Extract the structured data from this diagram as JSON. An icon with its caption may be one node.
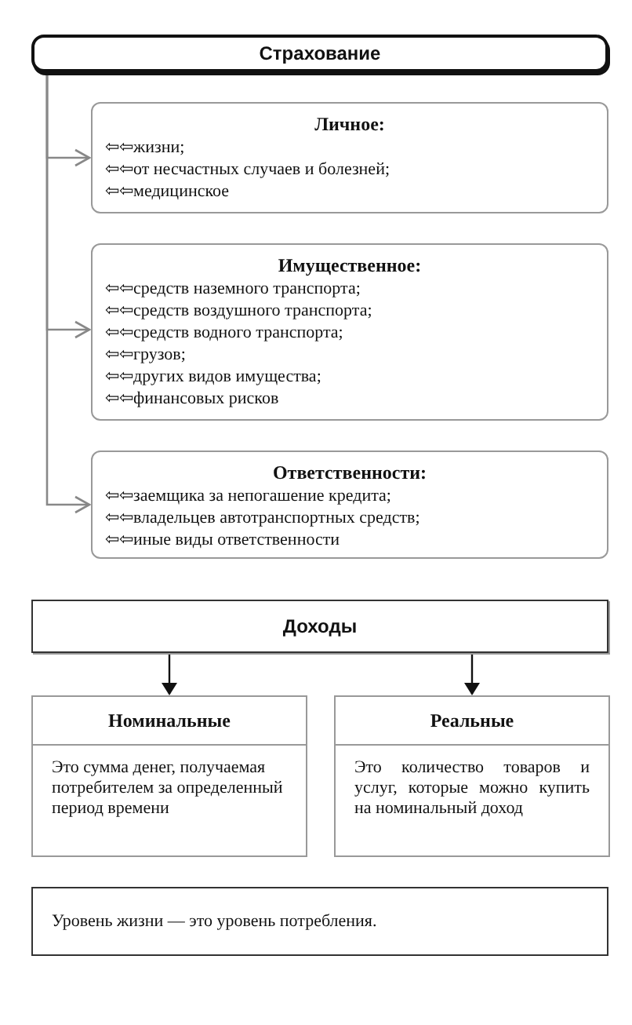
{
  "diagram": {
    "nodes": [
      {
        "text": [
          "Страхование"
        ]
      },
      {
        "text": [
          "Личное:",
          "⇦⇦жизни;",
          "⇦⇦от несчастных случаев и болезней;",
          "⇦⇦медицинское"
        ]
      },
      {
        "text": [
          "Имущественное:",
          "⇦⇦средств наземного транспорта;",
          "⇦⇦средств воздушного транспорта;",
          "⇦⇦средств водного транспорта;",
          "⇦⇦грузов;",
          "⇦⇦других видов имущества;",
          "⇦⇦финансовых рисков"
        ]
      },
      {
        "text": [
          "Ответственности:",
          "⇦⇦заемщика за непогашение кредита;",
          "⇦⇦владельцев автотранспортных средств;",
          "⇦⇦иные виды ответственности"
        ]
      },
      {
        "text": [
          "Доходы"
        ]
      },
      {
        "text": [
          "Номинальные",
          "Это сумма денег, получаемая потребителем за определенный период времени"
        ]
      },
      {
        "text": [
          "Реальные",
          "Это количество товаров и услуг, которые можно купить на номинальный доход"
        ]
      },
      {
        "text": [
          "Уровень жизни — это уровень потребления."
        ]
      }
    ],
    "edges": [
      {
        "from": 0,
        "to": 1,
        "arrow": "to"
      },
      {
        "from": 0,
        "to": 2,
        "arrow": "to"
      },
      {
        "from": 0,
        "to": 3,
        "arrow": "to"
      },
      {
        "from": 4,
        "to": 5,
        "arrow": "to",
        "color": "#111111"
      },
      {
        "from": 4,
        "to": 6,
        "arrow": "to",
        "color": "#111111"
      }
    ]
  }
}
